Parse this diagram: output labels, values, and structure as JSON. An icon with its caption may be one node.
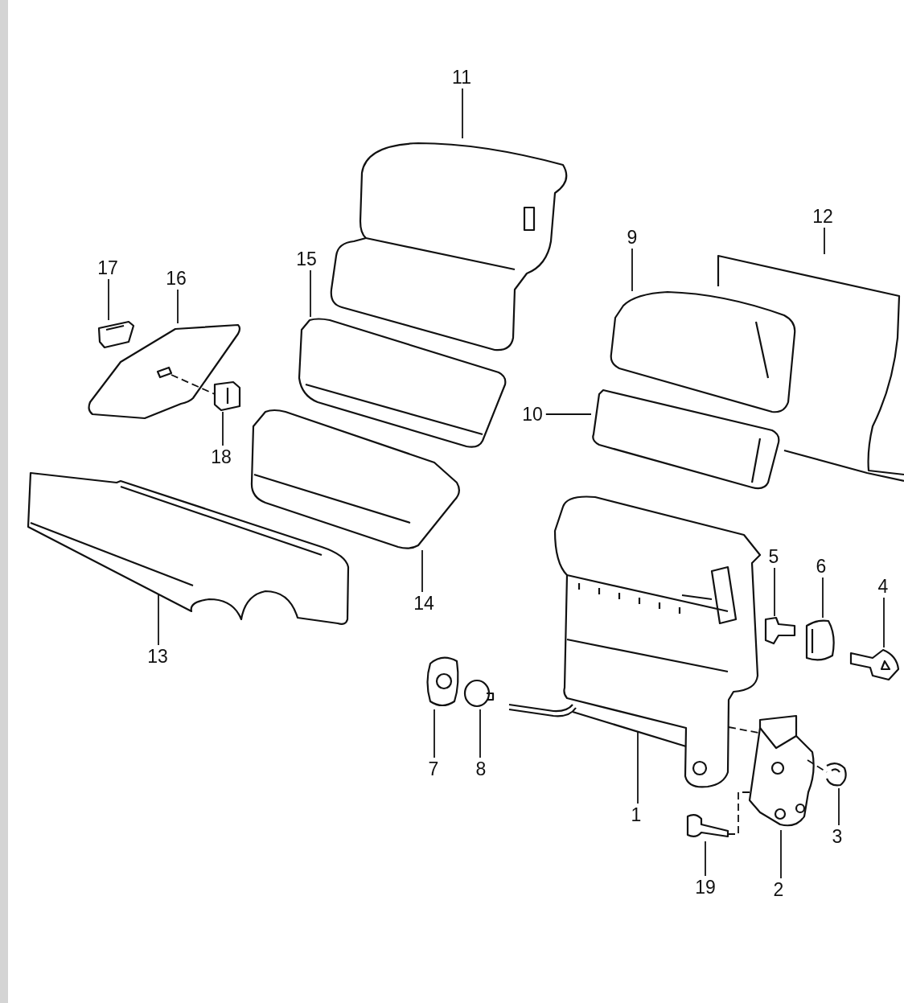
{
  "diagram": {
    "nodes": [
      {
        "text": [
          "1"
        ]
      },
      {
        "text": [
          "2"
        ]
      },
      {
        "text": [
          "3"
        ]
      },
      {
        "text": [
          "4"
        ]
      },
      {
        "text": [
          "5"
        ]
      },
      {
        "text": [
          "6"
        ]
      },
      {
        "text": [
          "7"
        ]
      },
      {
        "text": [
          "8"
        ]
      },
      {
        "text": [
          "9"
        ]
      },
      {
        "text": [
          "10"
        ]
      },
      {
        "text": [
          "11"
        ]
      },
      {
        "text": [
          "12"
        ]
      },
      {
        "text": [
          "13"
        ]
      },
      {
        "text": [
          "14"
        ]
      },
      {
        "text": [
          "15"
        ]
      },
      {
        "text": [
          "16"
        ]
      },
      {
        "text": [
          "17"
        ]
      },
      {
        "text": [
          "18"
        ]
      },
      {
        "text": [
          "19"
        ]
      },
      {
        "text": [],
        "shape": "picture"
      },
      {
        "text": [],
        "shape": "picture"
      },
      {
        "text": [],
        "shape": "picture"
      },
      {
        "text": [],
        "shape": "picture"
      },
      {
        "text": [],
        "shape": "picture"
      },
      {
        "text": [],
        "shape": "picture"
      },
      {
        "text": [],
        "shape": "picture"
      },
      {
        "text": [],
        "shape": "picture"
      },
      {
        "text": [],
        "shape": "picture"
      },
      {
        "text": [],
        "shape": "picture"
      },
      {
        "text": [],
        "shape": "picture"
      },
      {
        "text": [],
        "shape": "picture"
      },
      {
        "text": [],
        "shape": "picture"
      },
      {
        "text": [],
        "shape": "picture"
      },
      {
        "text": [],
        "shape": "picture"
      },
      {
        "text": [],
        "shape": "picture"
      },
      {
        "text": [],
        "shape": "picture"
      },
      {
        "text": [],
        "shape": "picture"
      },
      {
        "text": [],
        "shape": "picture"
      }
    ],
    "edges": [
      {
        "from": 0,
        "to": 19,
        "arrow": "none"
      },
      {
        "from": 1,
        "to": 20,
        "arrow": "none"
      },
      {
        "from": 2,
        "to": 21,
        "arrow": "none"
      },
      {
        "from": 3,
        "to": 22,
        "arrow": "none"
      },
      {
        "from": 4,
        "to": 23,
        "arrow": "none"
      },
      {
        "from": 5,
        "to": 24,
        "arrow": "none"
      },
      {
        "from": 6,
        "to": 25,
        "arrow": "none"
      },
      {
        "from": 7,
        "to": 26,
        "arrow": "none"
      },
      {
        "from": 8,
        "to": 27,
        "arrow": "none"
      },
      {
        "from": 9,
        "to": 28,
        "arrow": "none"
      },
      {
        "from": 10,
        "to": 29,
        "arrow": "none"
      },
      {
        "from": 11,
        "to": 30,
        "arrow": "none"
      },
      {
        "from": 12,
        "to": 31,
        "arrow": "none"
      },
      {
        "from": 13,
        "to": 32,
        "arrow": "none"
      },
      {
        "from": 14,
        "to": 33,
        "arrow": "none"
      },
      {
        "from": 15,
        "to": 34,
        "arrow": "none"
      },
      {
        "from": 16,
        "to": 35,
        "arrow": "none"
      },
      {
        "from": 17,
        "to": 36,
        "arrow": "none"
      },
      {
        "from": 18,
        "to": 37,
        "arrow": "none"
      },
      {
        "from": 34,
        "to": 36,
        "arrow": "none",
        "style": "dashed"
      },
      {
        "from": 19,
        "to": 20,
        "arrow": "none",
        "style": "dashed"
      },
      {
        "from": 20,
        "to": 21,
        "arrow": "none",
        "style": "dashed"
      },
      {
        "from": 37,
        "to": 20,
        "arrow": "none",
        "style": "dashed"
      }
    ]
  }
}
